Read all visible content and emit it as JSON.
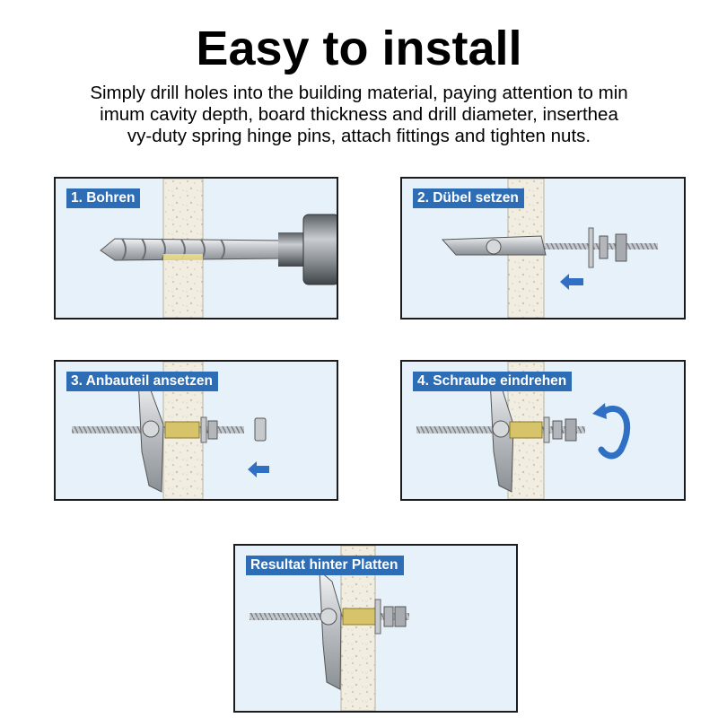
{
  "title": "Easy to install",
  "description": [
    "Simply drill holes into the building material, paying attention to min",
    "imum cavity depth, board thickness and drill diameter, insertheа",
    "vy-duty spring hinge pins, attach fittings and tighten nuts."
  ],
  "steps": [
    {
      "label": "1. Bohren",
      "illustration": "drill-bit-icon"
    },
    {
      "label": "2. Dübel setzen",
      "illustration": "toggle-anchor-icon"
    },
    {
      "label": "3. Anbauteil ansetzen",
      "illustration": "washer-icon"
    },
    {
      "label": "4. Schraube eindrehen",
      "illustration": "rotate-arrow-icon"
    },
    {
      "label": "Resultat hinter Platten",
      "illustration": "fixed-anchor-icon"
    }
  ],
  "colors": {
    "label_bg": "#2d6db5",
    "panel_bg": "#e6f1fa",
    "board": "#f1ece0",
    "arrow": "#2f6fc4"
  }
}
